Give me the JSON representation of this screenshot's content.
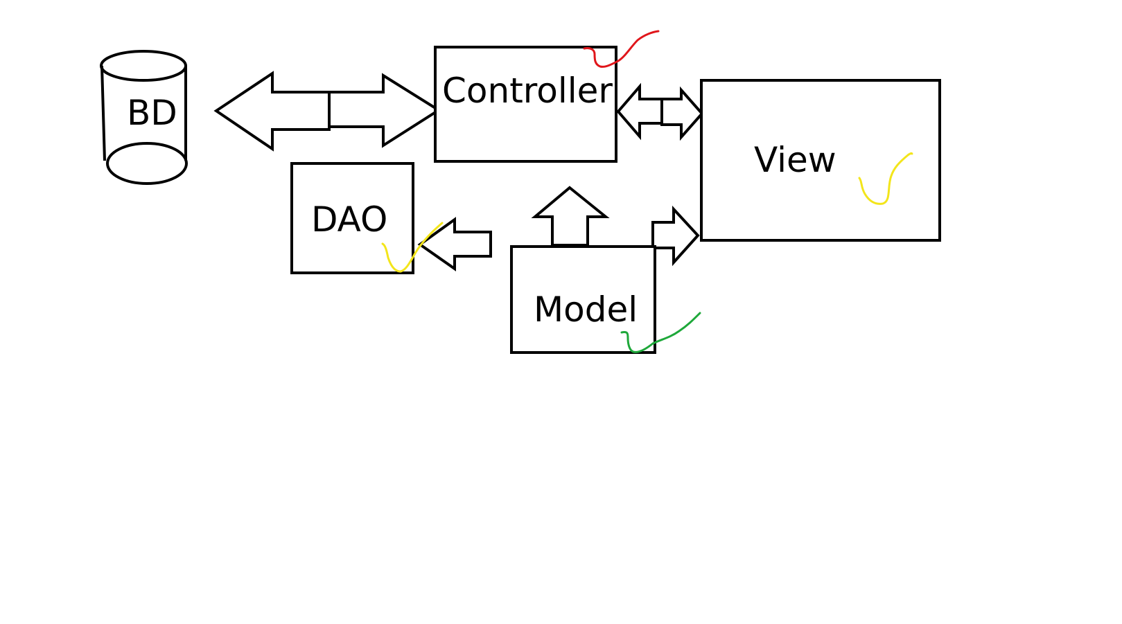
{
  "nodes": {
    "bd": "BD",
    "controller": "Controller",
    "view": "View",
    "dao": "DAO",
    "model": "Model"
  },
  "marks": {
    "red": "#e0161b",
    "yellow": "#f3e51b",
    "green": "#1ea83a"
  },
  "stroke_color": "#000000",
  "background": "#ffffff"
}
